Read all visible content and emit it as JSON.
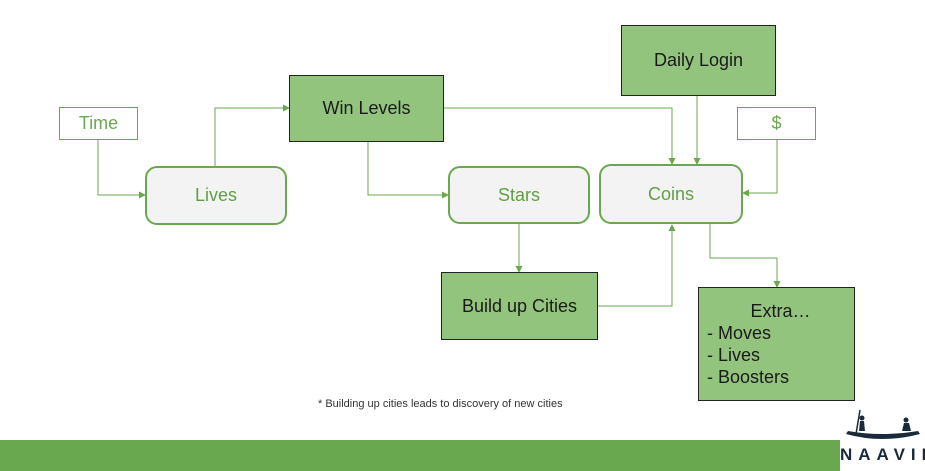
{
  "diagram": {
    "nodes": {
      "time": "Time",
      "lives": "Lives",
      "win_levels": "Win Levels",
      "stars": "Stars",
      "coins": "Coins",
      "daily_login": "Daily Login",
      "dollar": "$",
      "build_up_cities": "Build up Cities",
      "extra_title": "Extra…",
      "extra_items": [
        "- Moves",
        "- Lives",
        "- Boosters"
      ]
    },
    "footnote": "* Building up cities leads to discovery of new cities"
  },
  "logo": {
    "text": "NAAVIK"
  },
  "colors": {
    "accent_green": "#6aa84f",
    "fill_green": "#93c47d",
    "rounded_fill": "#f3f3f3"
  }
}
